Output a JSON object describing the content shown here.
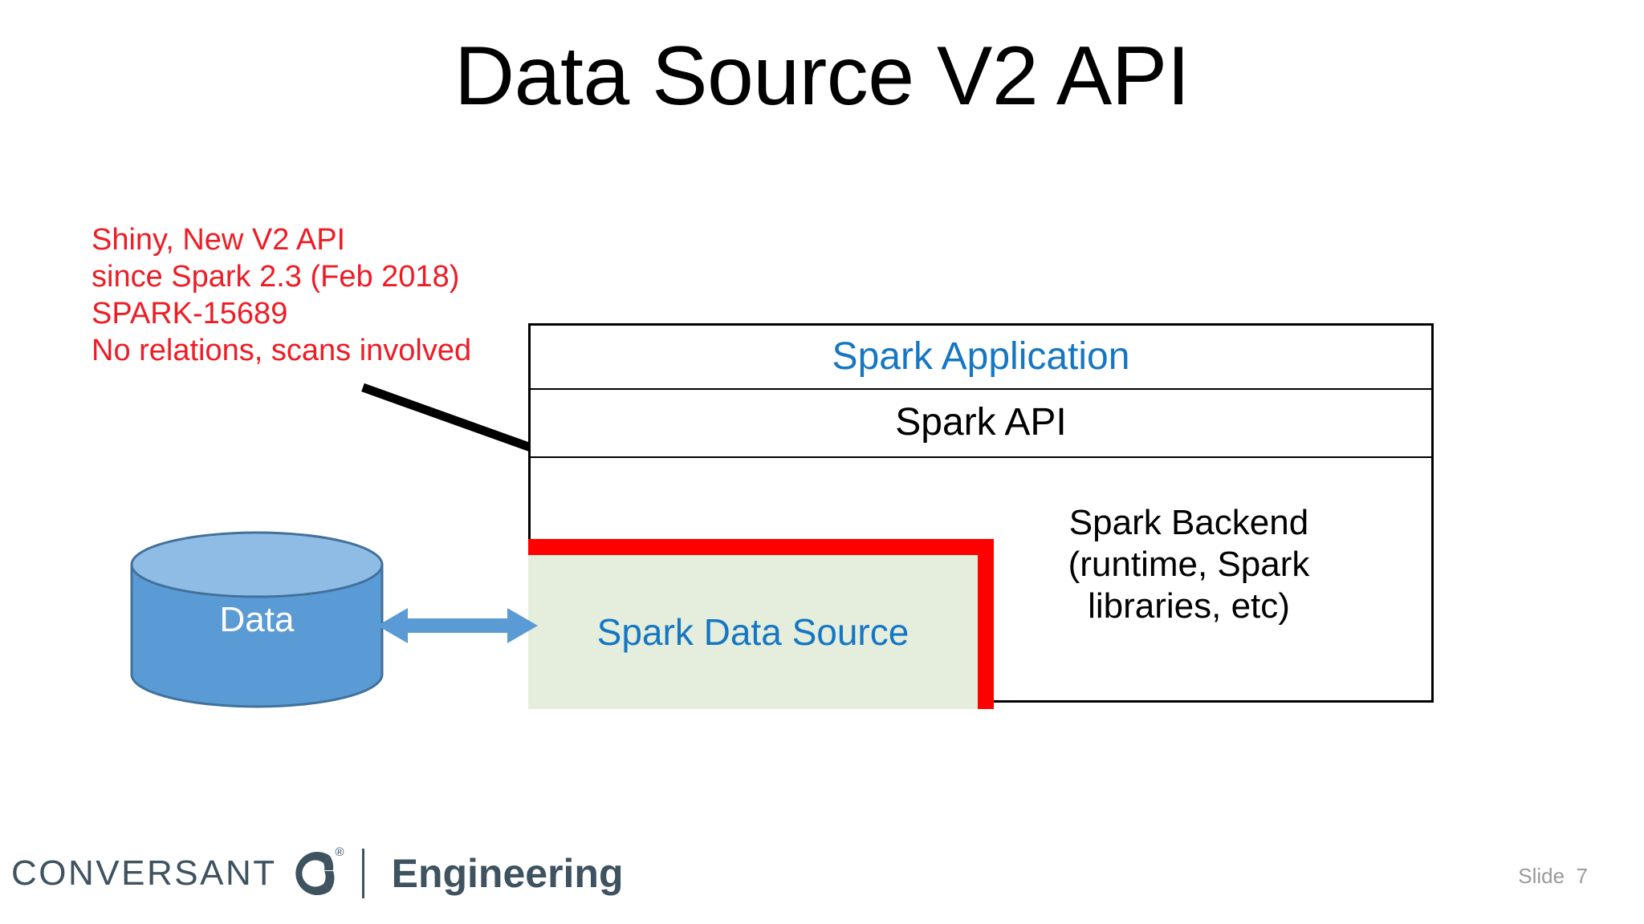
{
  "slide": {
    "title": "Data Source V2 API",
    "number_label": "Slide  7"
  },
  "annotation": {
    "color": "#EE1C25",
    "lines": [
      "Shiny, New V2 API",
      "since Spark 2.3 (Feb 2018)",
      "SPARK-15689",
      "No relations, scans involved"
    ],
    "arrow_icon": "arrow-down-right-icon"
  },
  "datastore": {
    "label": "Data",
    "icon": "database-cylinder-icon",
    "body_color": "#5B9BD5",
    "top_color": "#8FBCE4",
    "stroke_color": "#41719C",
    "text_color": "#FFFFFF"
  },
  "connector": {
    "icon": "double-arrow-horizontal-icon",
    "color": "#5B9BD5"
  },
  "stack": {
    "rows": [
      {
        "label": "Spark Application",
        "color": "#1577C4"
      },
      {
        "label": "Spark API",
        "color": "#000000"
      }
    ],
    "backend": {
      "lines": [
        "Spark Backend",
        "(runtime, Spark",
        "libraries, etc)"
      ],
      "color": "#000000"
    },
    "border_color": "#000000"
  },
  "data_source_box": {
    "label": "Spark Data Source",
    "label_color": "#1577C4",
    "fill_color": "#E5EDDC",
    "highlight_color": "#FF0000"
  },
  "footer": {
    "brand": "CONVERSANT",
    "registered_mark": "®",
    "unit": "Engineering",
    "brand_color": "#3E5260",
    "mark_icon": "conversant-ring-icon",
    "divider_icon": "vertical-divider-icon"
  }
}
